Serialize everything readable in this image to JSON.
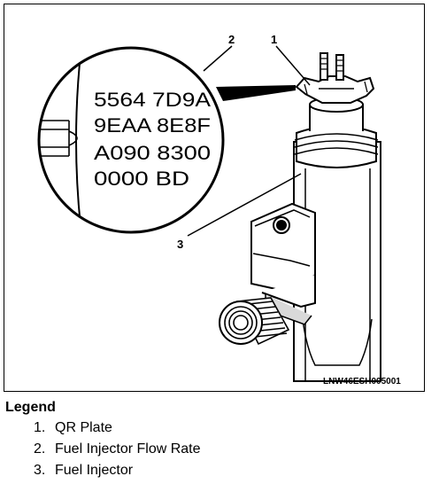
{
  "figure": {
    "code_lines": [
      "5564 7D9A",
      "9EAA 8E8F",
      "A090 8300",
      "0000 BD"
    ],
    "callouts": [
      "1",
      "2",
      "3"
    ],
    "figure_id": "LNW46ESH005001"
  },
  "legend": {
    "title": "Legend",
    "items": [
      {
        "number": "1.",
        "text": "QR Plate"
      },
      {
        "number": "2.",
        "text": "Fuel Injector Flow Rate"
      },
      {
        "number": "3.",
        "text": "Fuel Injector"
      }
    ]
  }
}
